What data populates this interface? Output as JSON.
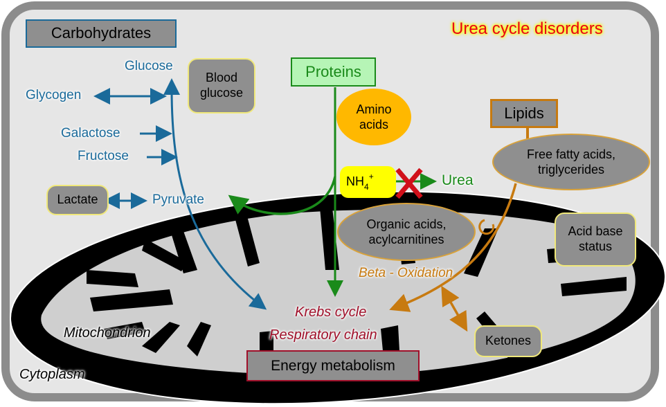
{
  "title": "Urea cycle disorders",
  "categories": {
    "carbohydrates": "Carbohydrates",
    "proteins": "Proteins",
    "lipids": "Lipids"
  },
  "carbohydrates": {
    "glucose": "Glucose",
    "glycogen": "Glycogen",
    "galactose": "Galactose",
    "fructose": "Fructose",
    "pyruvate": "Pyruvate",
    "lactate": "Lactate",
    "blood_glucose_line1": "Blood",
    "blood_glucose_line2": "glucose"
  },
  "proteins": {
    "amino_acids_line1": "Amino",
    "amino_acids_line2": "acids",
    "ammonium": "NH",
    "ammonium_sub": "4",
    "ammonium_sup": "+",
    "urea": "Urea",
    "organic_acids_line1": "Organic acids,",
    "organic_acids_line2": "acylcarnitines"
  },
  "lipids": {
    "ffa_line1": "Free fatty acids,",
    "ffa_line2": "triglycerides",
    "beta_oxidation": "Beta - Oxidation",
    "ketones": "Ketones"
  },
  "other": {
    "acid_base_line1": "Acid base",
    "acid_base_line2": "status",
    "krebs": "Krebs cycle",
    "respiratory": "Respiratory chain",
    "energy": "Energy metabolism",
    "mitochondrion": "Mitochondrion",
    "cytoplasm": "Cytoplasm"
  },
  "colors": {
    "carbohydrate_blue": "#1a6a9a",
    "protein_green": "#1a8a1a",
    "lipid_orange": "#c77a10",
    "krebs_red": "#a0102a",
    "title_red": "#e8001a",
    "block_red": "#d0101a"
  }
}
